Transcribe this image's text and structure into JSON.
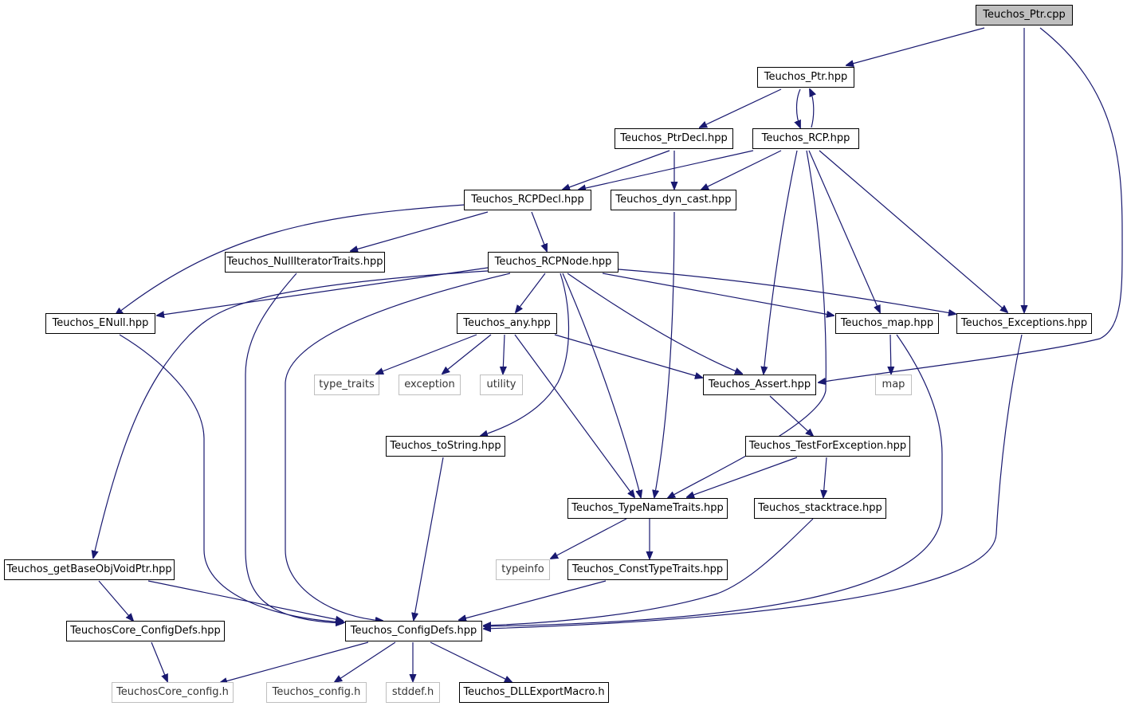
{
  "colors": {
    "edge": "#191970",
    "root_fill": "#bfbfbf",
    "system_border": "#bfbfbf",
    "node_border": "#000000"
  },
  "nodes": {
    "ptr_cpp": "Teuchos_Ptr.cpp",
    "ptr_hpp": "Teuchos_Ptr.hpp",
    "ptrdecl": "Teuchos_PtrDecl.hpp",
    "rcp": "Teuchos_RCP.hpp",
    "rcpdecl": "Teuchos_RCPDecl.hpp",
    "dyncast": "Teuchos_dyn_cast.hpp",
    "nulliter": "Teuchos_NullIteratorTraits.hpp",
    "rcpnode": "Teuchos_RCPNode.hpp",
    "enull": "Teuchos_ENull.hpp",
    "any": "Teuchos_any.hpp",
    "map_hpp": "Teuchos_map.hpp",
    "exceptions": "Teuchos_Exceptions.hpp",
    "type_traits": "type_traits",
    "exception": "exception",
    "utility": "utility",
    "assert": "Teuchos_Assert.hpp",
    "map": "map",
    "tostring": "Teuchos_toString.hpp",
    "testforexc": "Teuchos_TestForException.hpp",
    "typename": "Teuchos_TypeNameTraits.hpp",
    "stacktrace": "Teuchos_stacktrace.hpp",
    "getbase": "Teuchos_getBaseObjVoidPtr.hpp",
    "typeinfo": "typeinfo",
    "consttype": "Teuchos_ConstTypeTraits.hpp",
    "coreconfigdefs": "TeuchosCore_ConfigDefs.hpp",
    "configdefs": "Teuchos_ConfigDefs.hpp",
    "coreconfig": "TeuchosCore_config.h",
    "config": "Teuchos_config.h",
    "stddef": "stddef.h",
    "dllexport": "Teuchos_DLLExportMacro.h"
  }
}
